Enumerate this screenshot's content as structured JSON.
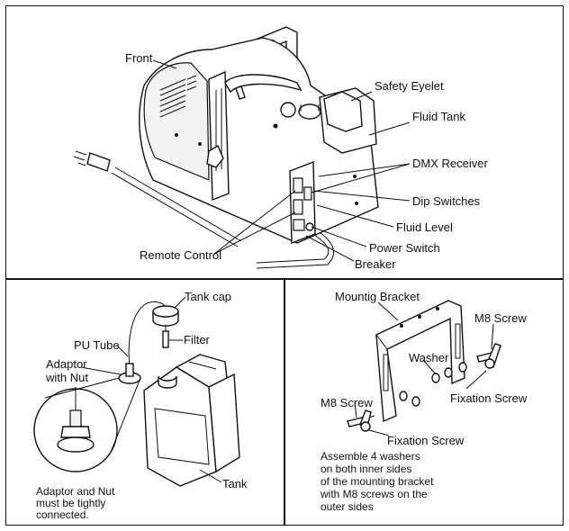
{
  "panels": {
    "top": {
      "labels": {
        "front": "Front",
        "safety_eyelet": "Safety Eyelet",
        "fluid_tank": "Fluid Tank",
        "dmx_receiver": "DMX Receiver",
        "dip_switches": "Dip Switches",
        "fluid_level": "Fluid Level",
        "power_switch": "Power Switch",
        "remote_control": "Remote Control",
        "breaker": "Breaker"
      }
    },
    "bottom_left": {
      "labels": {
        "tank_cap": "Tank cap",
        "pu_tube": "PU Tube",
        "filter": "Filter",
        "adaptor_line1": "Adaptor",
        "adaptor_line2": "with Nut",
        "tank": "Tank"
      },
      "note_lines": [
        "Adaptor and Nut",
        "must be tightly",
        "connected."
      ]
    },
    "bottom_right": {
      "labels": {
        "mounting_bracket": "Mountig Bracket",
        "m8_screw_top": "M8  Screw",
        "washer": "Washer",
        "fixation_screw_right": "Fixation Screw",
        "m8_screw_left": "M8  Screw",
        "fixation_screw_bottom": "Fixation Screw"
      },
      "note_lines": [
        "Assemble 4 washers",
        "on both inner sides",
        "of the mounting bracket",
        "with M8 screws on the",
        "outer sides"
      ]
    }
  }
}
